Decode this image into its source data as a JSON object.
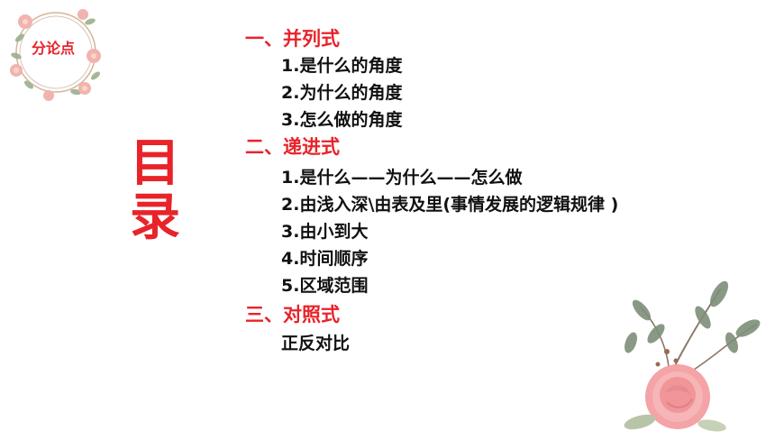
{
  "badge": {
    "label": "分论点"
  },
  "title": {
    "text": "目录"
  },
  "sections": [
    {
      "heading": "一、并列式",
      "items": [
        "1.是什么的角度",
        "2.为什么的角度",
        "3.怎么做的角度"
      ]
    },
    {
      "heading": "二、递进式",
      "items": [
        "1.是什么——为什么——怎么做",
        "2.由浅入深\\由表及里(事情发展的逻辑规律 )",
        "3.由小到大",
        "4.时间顺序",
        "5.区域范围"
      ]
    },
    {
      "heading": "三、对照式",
      "items": [
        "正反对比"
      ]
    }
  ],
  "colors": {
    "accent": "#e8232a",
    "text": "#111111",
    "flower": "#f4a3a6",
    "leaf": "#7e8f7a"
  },
  "icons": {
    "wreath": "floral-wreath-icon",
    "flower": "rose-branch-icon"
  }
}
